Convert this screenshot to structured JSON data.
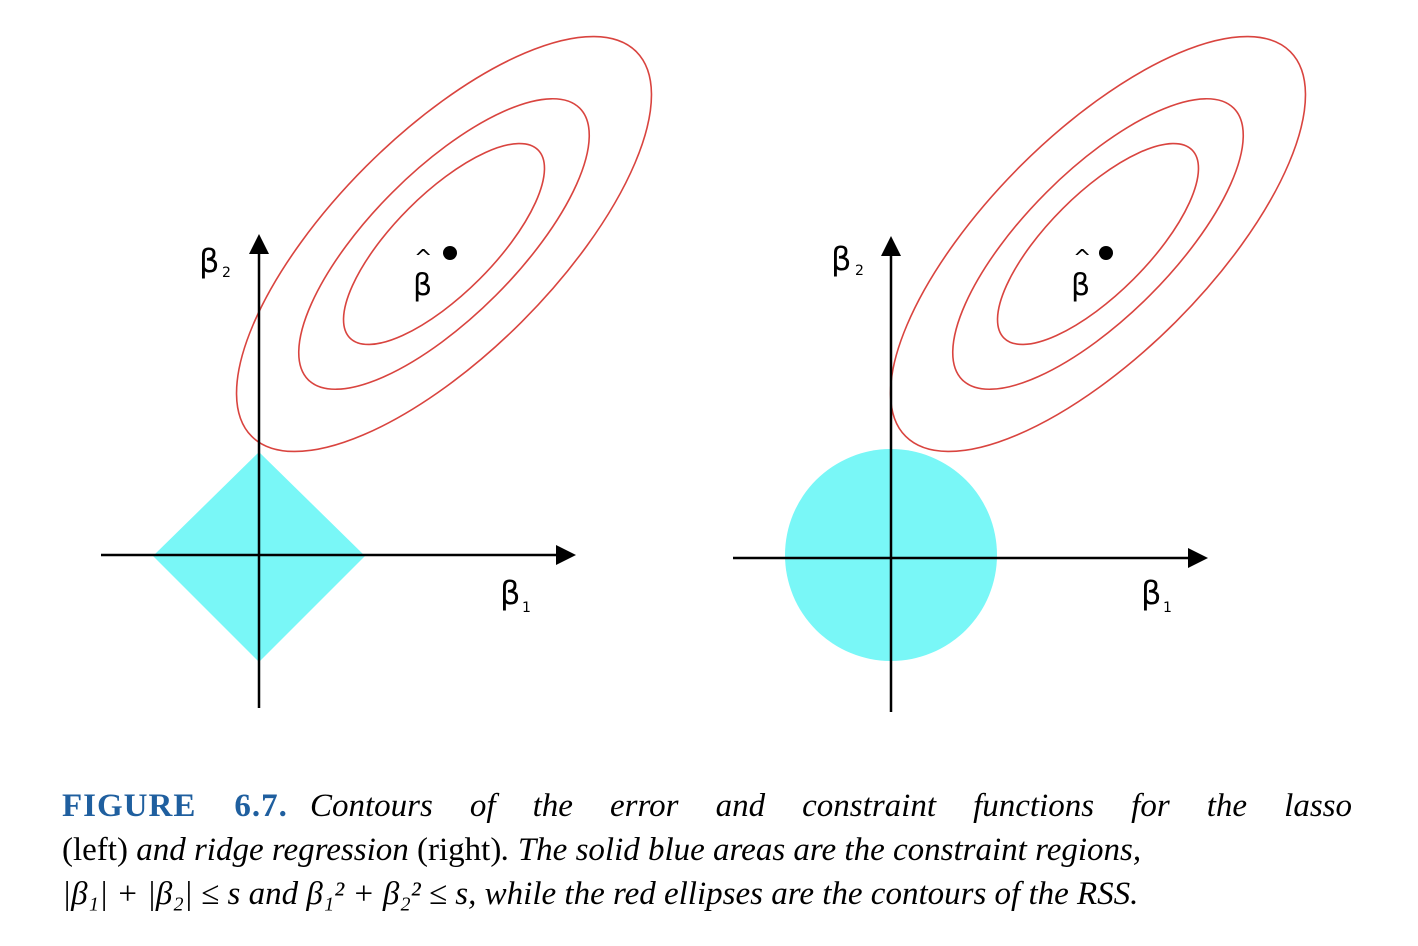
{
  "panels": [
    {
      "side": "left",
      "constraint_shape": "diamond",
      "constraint_color": "#79f7f7",
      "contour_color": "#d9443f",
      "labels": {
        "x_axis": "β",
        "x_sub": "1",
        "y_axis": "β",
        "y_sub": "2",
        "estimate": "β̂",
        "estimate_base": "β",
        "estimate_hat": "^"
      }
    },
    {
      "side": "right",
      "constraint_shape": "circle",
      "constraint_color": "#79f7f7",
      "contour_color": "#d9443f",
      "labels": {
        "x_axis": "β",
        "x_sub": "1",
        "y_axis": "β",
        "y_sub": "2",
        "estimate": "β̂",
        "estimate_base": "β",
        "estimate_hat": "^"
      }
    }
  ],
  "caption": {
    "label": "FIGURE 6.7.",
    "line1_italic": "Contours of the error and constraint functions for the lasso",
    "line2_upright_a": "(left)",
    "line2_italic_a": " and ridge regression ",
    "line2_upright_b": "(right)",
    "line2_italic_b": ". The solid blue areas are the constraint regions,",
    "line3_math_lasso": "|β₁| + |β₂| ≤ s",
    "line3_and": " and ",
    "line3_math_ridge": "β₁² + β₂² ≤ s",
    "line3_rest": ", while the red ellipses are the contours of the RSS."
  }
}
